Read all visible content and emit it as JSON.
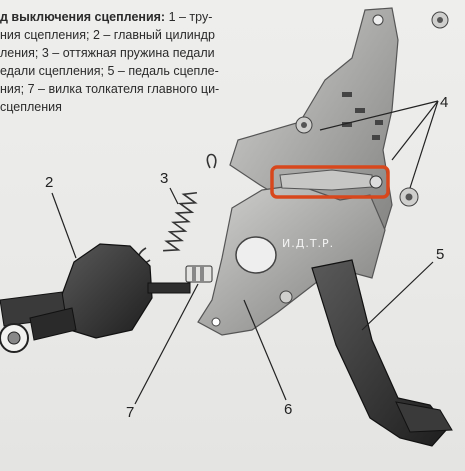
{
  "caption": {
    "lines": [
      {
        "bold": "д выключения сцепления:",
        "text": " 1 – тру-"
      },
      {
        "bold": "",
        "text": "ния сцепления; 2 – главный цилиндр"
      },
      {
        "bold": "",
        "text": "ления; 3 – оттяжная пружина педали"
      },
      {
        "bold": "",
        "text": "едали сцепления; 5 – педаль сцепле-"
      },
      {
        "bold": "",
        "text": "ния; 7 – вилка толкателя главного ци-"
      },
      {
        "bold": "",
        "text": " сцепления"
      }
    ]
  },
  "callouts": {
    "c2": "2",
    "c3": "3",
    "c4": "4",
    "c5": "5",
    "c6": "6",
    "c7": "7"
  },
  "watermark": "И.Д.Т.Р.",
  "colors": {
    "highlight": "#d8471c",
    "metal": "#a9a9a7",
    "dark": "#2a2a2a"
  }
}
